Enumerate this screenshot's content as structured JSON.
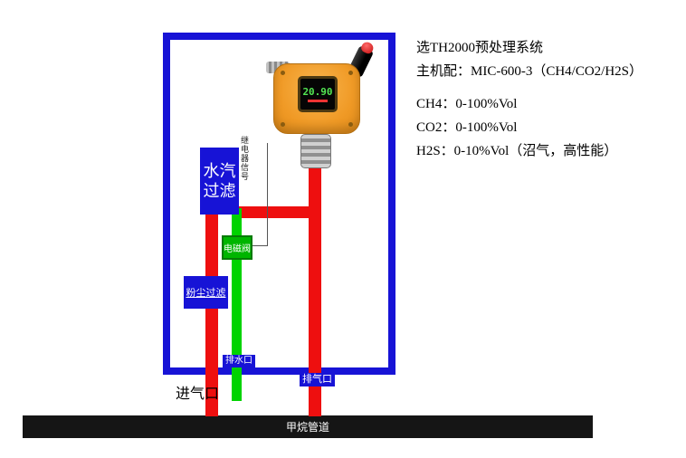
{
  "info_panel": {
    "lines": [
      "选TH2000预处理系统",
      "主机配：MIC-600-3（CH4/CO2/H2S）",
      "CH4：0-100%Vol",
      "CO2：0-100%Vol",
      "H2S：0-10%Vol（沼气，高性能）"
    ]
  },
  "diagram": {
    "detector": {
      "display_value": "20.90"
    },
    "labels": {
      "water_filter": "水汽过滤",
      "solenoid_valve": "电磁阀",
      "dust_filter": "粉尘过滤",
      "relay_signal": "继电器信号",
      "drain_outlet": "排水口",
      "exhaust_outlet": "排气口",
      "gas_inlet": "进气口",
      "pipeline": "甲烷管道"
    }
  },
  "colors": {
    "enclosure_blue": "#1713d6",
    "pipe_red": "#ee0f0f",
    "pipe_green": "#00d300",
    "valve_green": "#00b500",
    "detector_orange": "#f09a26",
    "pipeline_black": "#151515"
  }
}
